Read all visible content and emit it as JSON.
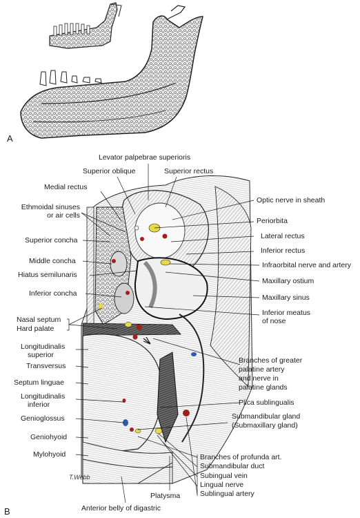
{
  "panels": {
    "a": "A",
    "b": "B"
  },
  "signature": "T.Webb",
  "colors": {
    "nerve": "#e8d94a",
    "artery": "#a0201c",
    "vein": "#2e5aa8",
    "ink": "#1a1a1a"
  },
  "labels": {
    "levator_palpebrae": "Levator palpebrae superioris",
    "superior_oblique": "Superior oblique",
    "superior_rectus": "Superior rectus",
    "medial_rectus": "Medial rectus",
    "optic_nerve": "Optic nerve in sheath",
    "ethmoidal_1": "Ethmoidal sinuses",
    "ethmoidal_2": "or air cells",
    "periorbita": "Periorbita",
    "superior_concha": "Superior concha",
    "lateral_rectus": "Lateral rectus",
    "inferior_rectus": "Inferior rectus",
    "middle_concha": "Middle concha",
    "infraorbital": "Infraorbital nerve and artery",
    "hiatus": "Hiatus semilunaris",
    "maxillary_ostium": "Maxillary ostium",
    "inferior_concha": "Inferior concha",
    "maxillary_sinus": "Maxillary sinus",
    "inferior_meatus_1": "Inferior meatus",
    "inferior_meatus_2": "of nose",
    "nasal_septum": "Nasal septum",
    "hard_palate": "Hard palate",
    "long_sup_1": "Longitudinalis",
    "long_sup_2": "superior",
    "branches_gp_1": "Branches of greater",
    "branches_gp_2": "palatine artery",
    "branches_gp_3": "and nerve in",
    "branches_gp_4": "palatine glands",
    "transversus": "Transversus",
    "septum_linguae": "Septum linguae",
    "long_inf_1": "Longitudinalis",
    "long_inf_2": "inferior",
    "plica": "Plica sublingualis",
    "genioglossus": "Genioglossus",
    "submand_gland_1": "Submandibular gland",
    "submand_gland_2": "(Submaxillary gland)",
    "geniohyoid": "Geniohyoid",
    "mylohyoid": "Mylohyoid",
    "br_profunda": "Branches of profunda art.",
    "submand_duct": "Submandibular duct",
    "subling_vein": "Subingual vein",
    "lingual_nerve": "Lingual nerve",
    "subling_artery": "Sublingual artery",
    "platysma": "Platysma",
    "digastric": "Anterior belly of digastric"
  }
}
